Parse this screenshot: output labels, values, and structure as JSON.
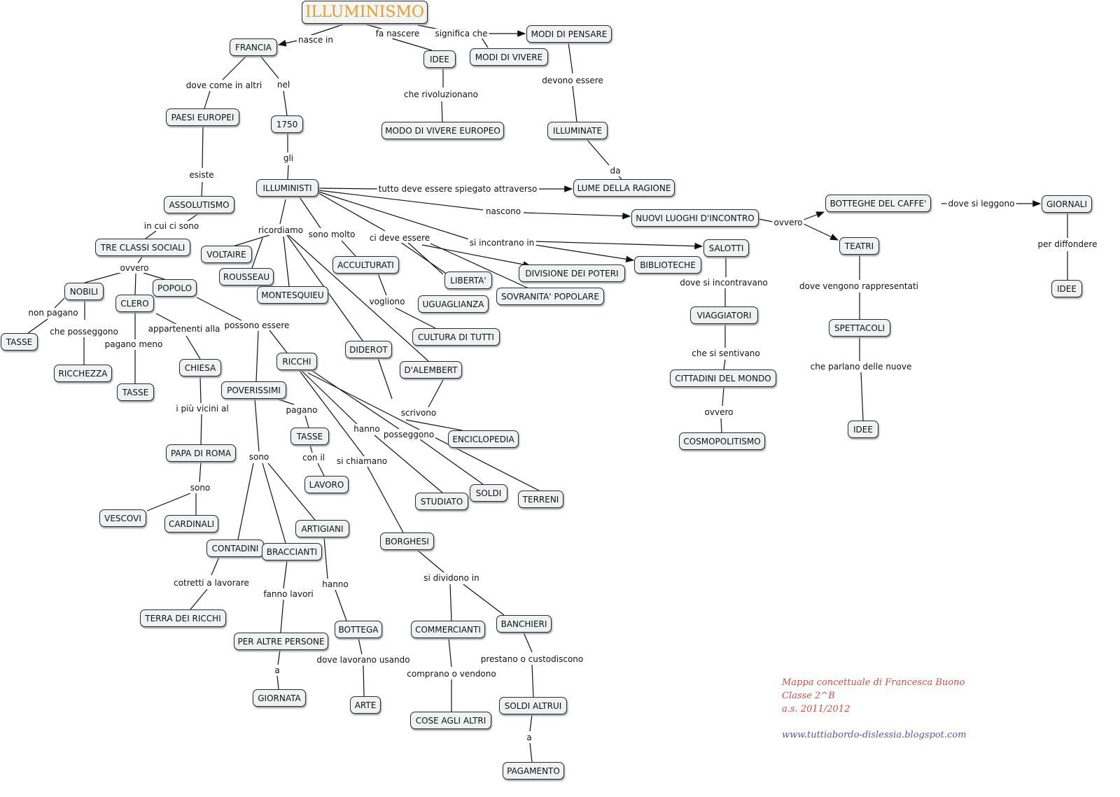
{
  "colors": {
    "title_text": "#e89a2a",
    "node_fill": "#eef2f3",
    "credit_red": "#c8504a",
    "credit_blue": "#5a55a8"
  },
  "nodes": {
    "illuminismo": "ILLUMINISMO",
    "francia": "FRANCIA",
    "idee1": "IDEE",
    "modi_di_pensare": "MODI DI PENSARE",
    "modi_di_vivere": "MODI DI VIVERE",
    "paesi_europei": "PAESI EUROPEI",
    "n1750": "1750",
    "modo_di_vivere_europeo": "MODO DI VIVERE EUROPEO",
    "illuminate": "ILLUMINATE",
    "illuministi": "ILLUMINISTI",
    "lume_della_ragione": "LUME DELLA RAGIONE",
    "assolutismo": "ASSOLUTISMO",
    "botteghe_del_caffe": "BOTTEGHE DEL CAFFE'",
    "giornali": "GIORNALI",
    "nuovi_luoghi": "NUOVI LUOGHI D'INCONTRO",
    "tre_classi": "TRE CLASSI SOCIALI",
    "voltaire": "VOLTAIRE",
    "salotti": "SALOTTI",
    "teatri": "TEATRI",
    "acculturati": "ACCULTURATI",
    "biblioteche": "BIBLIOTECHE",
    "rousseau": "ROUSSEAU",
    "divisione_poteri": "DIVISIONE DEI POTERI",
    "liberta": "LIBERTA'",
    "nobili": "NOBILI",
    "popolo": "POPOLO",
    "idee2": "IDEE",
    "montesquieu": "MONTESQUIEU",
    "sovranita": "SOVRANITA' POPOLARE",
    "clero": "CLERO",
    "uguaglianza": "UGUAGLIANZA",
    "viaggiatori": "VIAGGIATORI",
    "spettacoli": "SPETTACOLI",
    "cultura_di_tutti": "CULTURA DI TUTTI",
    "tasse1": "TASSE",
    "diderot": "DIDEROT",
    "ricchi": "RICCHI",
    "chiesa": "CHIESA",
    "dalembert": "D'ALEMBERT",
    "ricchezza": "RICCHEZZA",
    "cittadini_del_mondo": "CITTADINI DEL MONDO",
    "poverissimi": "POVERISSIMI",
    "tasse2": "TASSE",
    "idee3": "IDEE",
    "tasse3": "TASSE",
    "enciclopedia": "ENCICLOPEDIA",
    "cosmopolitismo": "COSMOPOLITISMO",
    "papa_di_roma": "PAPA DI ROMA",
    "lavoro": "LAVORO",
    "soldi": "SOLDI",
    "terreni": "TERRENI",
    "studiato": "STUDIATO",
    "vescovi": "VESCOVI",
    "cardinali": "CARDINALI",
    "artigiani": "ARTIGIANI",
    "borghesi": "BORGHESI",
    "contadini": "CONTADINI",
    "braccianti": "BRACCIANTI",
    "terra_dei_ricchi": "TERRA DEI RICCHI",
    "banchieri": "BANCHIERI",
    "bottega": "BOTTEGA",
    "commercianti": "COMMERCIANTI",
    "per_altre_persone": "PER ALTRE PERSONE",
    "giornata": "GIORNATA",
    "arte": "ARTE",
    "soldi_altrui": "SOLDI ALTRUI",
    "cose_agli_altri": "COSE AGLI ALTRI",
    "pagamento": "PAGAMENTO"
  },
  "links": {
    "nasce_in": "nasce in",
    "fa_nascere": "fa nascere",
    "significa_che": "significa che",
    "dove_come_in_altri": "dove come in altri",
    "nel": "nel",
    "devono_essere": "devono essere",
    "che_rivoluzionano": "che rivoluzionano",
    "gli": "gli",
    "da": "da",
    "esiste": "esiste",
    "tutto_deve_essere": "tutto deve essere spiegato attraverso",
    "nascono": "nascono",
    "dove_si_leggono": "dove si leggono",
    "ovvero_luoghi": "ovvero",
    "in_cui_ci_sono": "in cui ci sono",
    "ricordiamo": "ricordiamo",
    "sono_molto": "sono molto",
    "ci_deve_essere": "ci deve essere",
    "si_incontrano_in": "si incontrano in",
    "per_diffondere": "per diffondere",
    "ovvero_classi": "ovvero",
    "dove_si_incontravano": "dove si incontravano",
    "dove_vengono_rappresentati": "dove vengono rappresentati",
    "non_pagano": "non pagano",
    "vogliono": "vogliono",
    "che_posseggono": "che posseggono",
    "appartenenti_alla": "appartenenti alla",
    "possono_essere": "possono essere",
    "pagano_meno": "pagano meno",
    "che_si_sentivano": "che si sentivano",
    "che_parlano_delle_nuove": "che parlano delle nuove",
    "i_piu_vicini_al": "i più vicini al",
    "pagano": "pagano",
    "scrivono": "scrivono",
    "ovvero_cittadini": "ovvero",
    "hanno_ricchi": "hanno",
    "posseggono": "posseggono",
    "sono_poverissimi": "sono",
    "con_il": "con il",
    "si_chiamano": "si chiamano",
    "sono_papa": "sono",
    "si_dividono_in": "si dividono in",
    "cotretti": "cotretti a lavorare",
    "hanno_artigiani": "hanno",
    "fanno_lavori": "fanno lavori",
    "prestano": "prestano o custodiscono",
    "dove_lavorano": "dove lavorano usando",
    "comprano": "comprano o vendono",
    "a_giornata": "a",
    "a_pagamento": "a"
  },
  "credit": {
    "line1": "Mappa concettuale di Francesca Buono",
    "line2": "Classe 2^B",
    "line3": "a.s. 2011/2012",
    "url": "www.tuttiabordo-dislessia.blogspot.com"
  }
}
